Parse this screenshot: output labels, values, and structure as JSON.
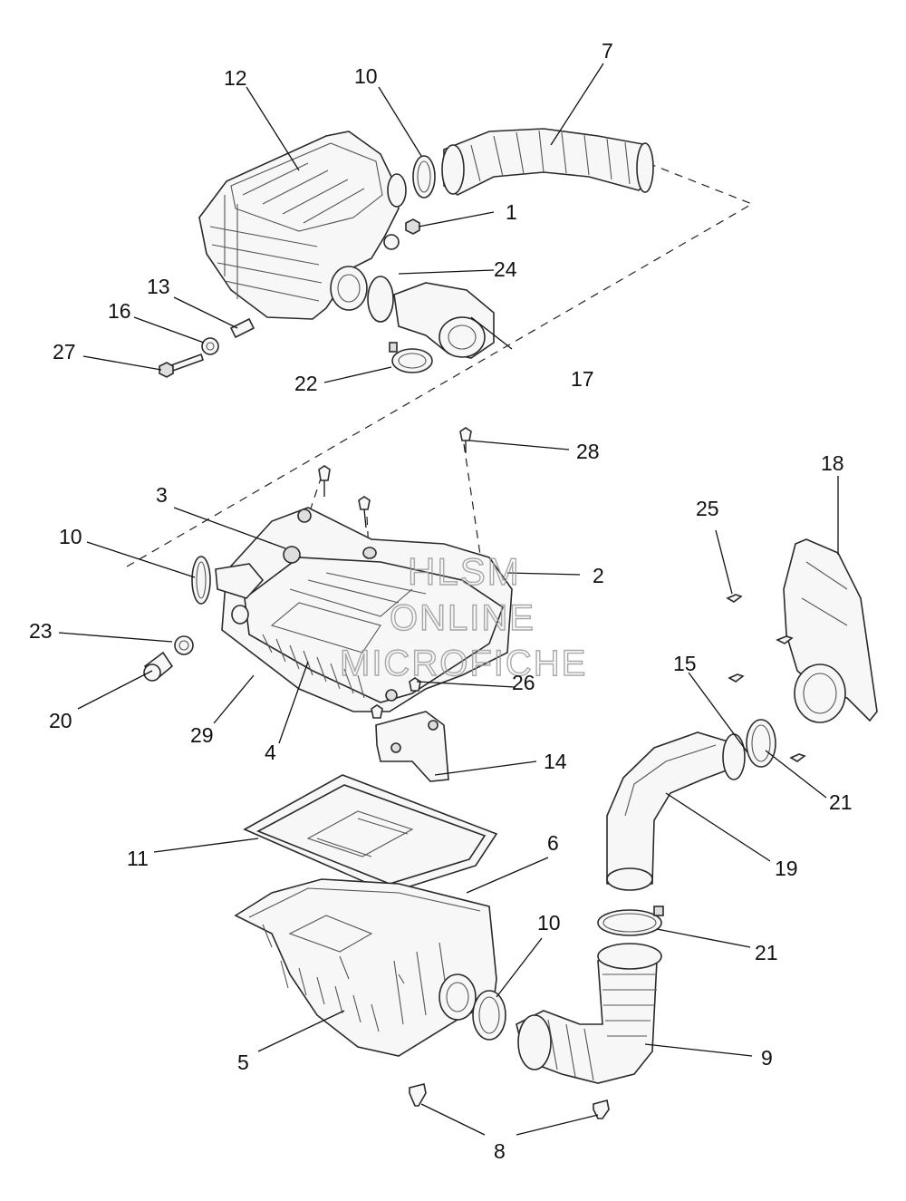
{
  "watermark": {
    "line1": "HLSM",
    "line2": "ONLINE",
    "line3": "MICROFICHE"
  },
  "callouts": {
    "c1": "1",
    "c2": "2",
    "c3": "3",
    "c4": "4",
    "c5": "5",
    "c6": "6",
    "c7": "7",
    "c8": "8",
    "c9": "9",
    "c10a": "10",
    "c10b": "10",
    "c10c": "10",
    "c11": "11",
    "c12": "12",
    "c13": "13",
    "c14": "14",
    "c15": "15",
    "c16": "16",
    "c17": "17",
    "c18": "18",
    "c19": "19",
    "c20": "20",
    "c21a": "21",
    "c21b": "21",
    "c22": "22",
    "c23": "23",
    "c24": "24",
    "c25": "25",
    "c26": "26",
    "c27": "27",
    "c28": "28",
    "c29": "29"
  }
}
